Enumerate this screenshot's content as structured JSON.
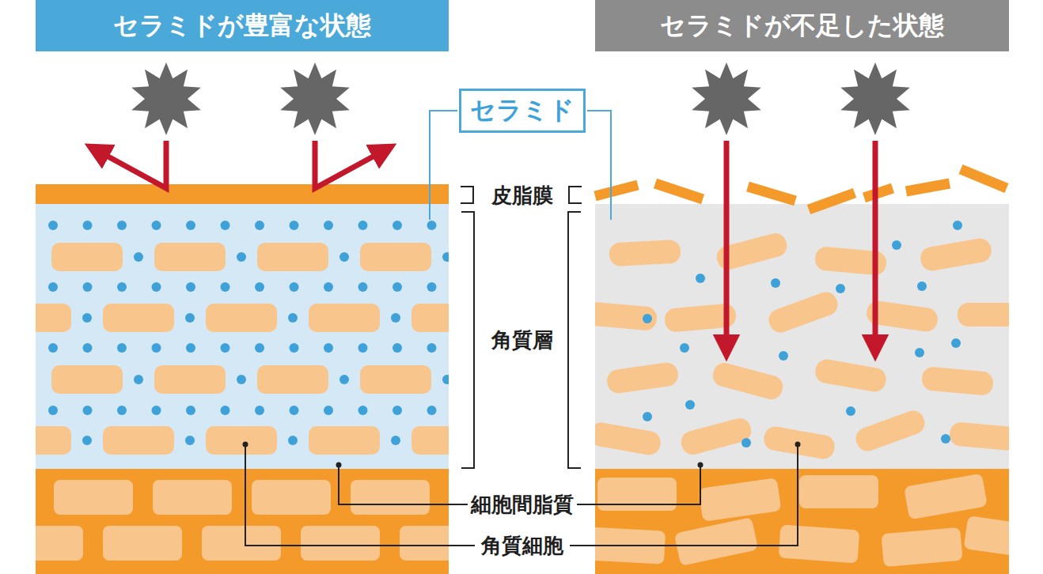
{
  "diagram": {
    "nodes": [
      {
        "text": [
          "セラミドが豊富な状態"
        ]
      },
      {
        "text": [
          "セラミドが不足した状態"
        ]
      },
      {
        "text": [
          "セラミド"
        ]
      }
    ],
    "labels": [
      "皮脂膜",
      "角質層",
      "細胞間脂質",
      "角質細胞"
    ]
  }
}
